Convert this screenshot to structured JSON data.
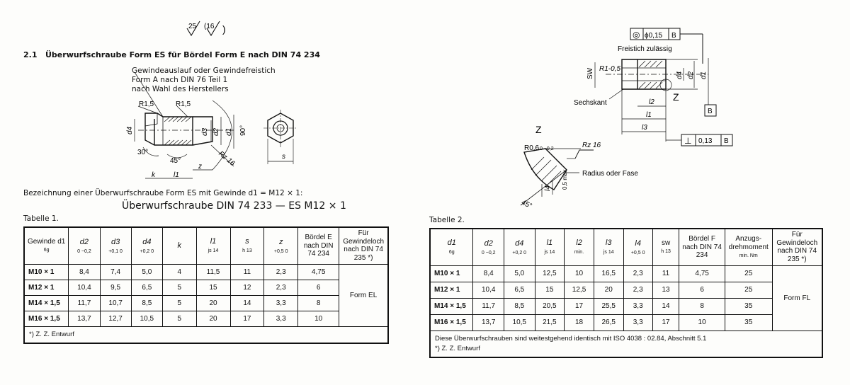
{
  "header": {
    "surface_marks": [
      "25",
      "(16",
      ")"
    ]
  },
  "left": {
    "section_number": "2.1",
    "section_title": "Überwurfschraube Form ES für Bördel Form E nach DIN 74 234",
    "callout_1": "Gewindeauslauf oder Gewindefreistich",
    "callout_2": "Form A nach DIN 76 Teil 1",
    "callout_3": "nach Wahl des Herstellers",
    "drawing_labels": {
      "r1": "R1,5",
      "r2": "R1,5",
      "d4": "d4",
      "d3": "d3",
      "d2": "d2",
      "d1": "d1",
      "ang90": "90°",
      "ang30": "30°",
      "ang45": "45°",
      "rz": "Rz 16",
      "k": "k",
      "l1": "l1",
      "z": "z",
      "s": "s"
    },
    "designation_intro": "Bezeichnung einer Überwurfschraube Form ES mit Gewinde d1 = M12 × 1:",
    "designation": "Überwurfschraube DIN 74 233 — ES M12 × 1",
    "table_caption": "Tabelle 1.",
    "table": {
      "headers": [
        {
          "sym": "Gewinde d1",
          "sub": "6g",
          "tol": ""
        },
        {
          "sym": "d2",
          "sub": "",
          "tol": "0 −0,2"
        },
        {
          "sym": "d3",
          "sub": "",
          "tol": "+0,1 0"
        },
        {
          "sym": "d4",
          "sub": "",
          "tol": "+0,2 0"
        },
        {
          "sym": "k",
          "sub": "",
          "tol": ""
        },
        {
          "sym": "l1",
          "sub": "js 14",
          "tol": ""
        },
        {
          "sym": "s",
          "sub": "h 13",
          "tol": ""
        },
        {
          "sym": "z",
          "sub": "",
          "tol": "+0,5 0"
        },
        {
          "sym": "Bördel E nach DIN 74 234",
          "sub": "",
          "tol": ""
        },
        {
          "sym": "Für Gewindeloch nach DIN 74 235 *)",
          "sub": "",
          "tol": ""
        }
      ],
      "rows": [
        [
          "M10 × 1",
          "8,4",
          "7,4",
          "5,0",
          "4",
          "11,5",
          "11",
          "2,3",
          "4,75"
        ],
        [
          "M12 × 1",
          "10,4",
          "9,5",
          "6,5",
          "5",
          "15",
          "12",
          "2,3",
          "6"
        ],
        [
          "M14 × 1,5",
          "11,7",
          "10,7",
          "8,5",
          "5",
          "20",
          "14",
          "3,3",
          "8"
        ],
        [
          "M16 × 1,5",
          "13,7",
          "12,7",
          "10,5",
          "5",
          "20",
          "17",
          "3,3",
          "10"
        ]
      ],
      "merged": "Form EL",
      "note": "*) Z. Z. Entwurf"
    }
  },
  "right": {
    "frame_top": [
      "◎",
      "ϕ0,15",
      "B"
    ],
    "frame_bottom": [
      "⊥",
      "0,13",
      "B"
    ],
    "datum": "B",
    "drawing_labels": {
      "freistich": "Freistich zulässig",
      "sw": "SW",
      "r1": "R1-0,5",
      "d4": "d4",
      "d2": "d2",
      "d1": "d1",
      "z": "Z",
      "sechskant": "Sechskant",
      "l2": "l2",
      "l1": "l1",
      "l3": "l3",
      "zdetail": "Z",
      "r06": "R0,6",
      "r06tol": "0 −0,2",
      "rz": "Rz 16",
      "radius": "Radius oder Fase",
      "l4": "l4",
      "max": "0,5 max",
      "ang45": "45°"
    },
    "table_caption": "Tabelle 2.",
    "table": {
      "headers": [
        {
          "sym": "d1",
          "sub": "6g",
          "tol": ""
        },
        {
          "sym": "d2",
          "sub": "",
          "tol": "0 −0,2"
        },
        {
          "sym": "d4",
          "sub": "",
          "tol": "+0,2 0"
        },
        {
          "sym": "l1",
          "sub": "js 14",
          "tol": ""
        },
        {
          "sym": "l2",
          "sub": "min.",
          "tol": ""
        },
        {
          "sym": "l3",
          "sub": "js 14",
          "tol": ""
        },
        {
          "sym": "l4",
          "sub": "",
          "tol": "+0,5 0"
        },
        {
          "sym": "sw",
          "sub": "h 13",
          "tol": ""
        },
        {
          "sym": "Bördel F nach DIN 74 234",
          "sub": "",
          "tol": ""
        },
        {
          "sym": "Anzugs-drehmoment",
          "sub": "min. Nm",
          "tol": ""
        },
        {
          "sym": "Für Gewindeloch nach DIN 74 235 *)",
          "sub": "",
          "tol": ""
        }
      ],
      "rows": [
        [
          "M10 × 1",
          "8,4",
          "5,0",
          "12,5",
          "10",
          "16,5",
          "2,3",
          "11",
          "4,75",
          "25"
        ],
        [
          "M12 × 1",
          "10,4",
          "6,5",
          "15",
          "12,5",
          "20",
          "2,3",
          "13",
          "6",
          "25"
        ],
        [
          "M14 × 1,5",
          "11,7",
          "8,5",
          "20,5",
          "17",
          "25,5",
          "3,3",
          "14",
          "8",
          "35"
        ],
        [
          "M16 × 1,5",
          "13,7",
          "10,5",
          "21,5",
          "18",
          "26,5",
          "3,3",
          "17",
          "10",
          "35"
        ]
      ],
      "merged": "Form FL",
      "note_1": "Diese Überwurfschrauben sind weitestgehend identisch mit ISO 4038 : 02.84, Abschnitt 5.1",
      "note_2": "*) Z. Z. Entwurf"
    }
  }
}
